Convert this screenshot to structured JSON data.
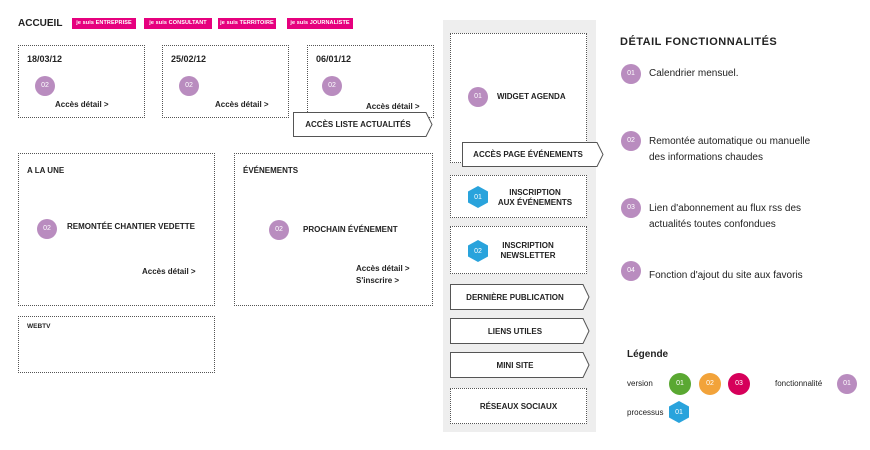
{
  "page": {
    "title": "ACCUEIL"
  },
  "tabs": [
    "je suis ENTREPRISE",
    "je suis CONSULTANT",
    "je suis TERRITOIRE",
    "je suis JOURNALISTE"
  ],
  "news": [
    {
      "date": "18/03/12",
      "badge": "02",
      "link": "Accès détail >"
    },
    {
      "date": "25/02/12",
      "badge": "02",
      "link": "Accès détail >"
    },
    {
      "date": "06/01/12",
      "badge": "02",
      "link": "Accès détail >"
    }
  ],
  "news_list_button": "ACCÈS LISTE ACTUALITÉS",
  "une": {
    "heading": "A LA UNE",
    "badge": "02",
    "label": "REMONTÉE CHANTIER VEDETTE",
    "link": "Accès détail >"
  },
  "events": {
    "heading": "ÉVÉNEMENTS",
    "badge": "02",
    "label": "PROCHAIN ÉVÉNEMENT",
    "link1": "Accès détail >",
    "link2": "S'inscrire >"
  },
  "webtv": {
    "heading": "WEBTV"
  },
  "sidebar": {
    "agenda_badge": "01",
    "agenda_label": "WIDGET AGENDA",
    "events_page_button": "ACCÈS PAGE ÉVÉNEMENTS",
    "inscription_events": {
      "badge": "01",
      "line1": "INSCRIPTION",
      "line2": "AUX ÉVÉNEMENTS"
    },
    "newsletter": {
      "badge": "02",
      "line1": "INSCRIPTION",
      "line2": "NEWSLETTER"
    },
    "last_pub": "DERNIÈRE PUBLICATION",
    "liens": "LIENS UTILES",
    "minisite": "MINI SITE",
    "reseaux": "RÉSEAUX SOCIAUX"
  },
  "detail": {
    "title": "DÉTAIL FONCTIONNALITÉS",
    "items": [
      {
        "badge": "01",
        "line1": "Calendrier mensuel.",
        "line2": ""
      },
      {
        "badge": "02",
        "line1": "Remontée automatique ou manuelle",
        "line2": "des informations chaudes"
      },
      {
        "badge": "03",
        "line1": "Lien d'abonnement au flux rss des",
        "line2": "actualités toutes confondues"
      },
      {
        "badge": "04",
        "line1": "Fonction d'ajout du site aux favoris",
        "line2": ""
      }
    ]
  },
  "legend": {
    "title": "Légende",
    "version_label": "version",
    "versions": [
      {
        "label": "01",
        "color": "#5aa832"
      },
      {
        "label": "02",
        "color": "#f2a33a"
      },
      {
        "label": "03",
        "color": "#d6005a"
      }
    ],
    "fonctionnalite_label": "fonctionnalité",
    "fonctionnalite_badge": "01",
    "processus_label": "processus",
    "processus_badge": "01"
  },
  "colors": {
    "tab": "#e6007e",
    "badge": "#b98cbf",
    "hex": "#29a3dc",
    "sidebar_bg": "#eeeeee"
  }
}
